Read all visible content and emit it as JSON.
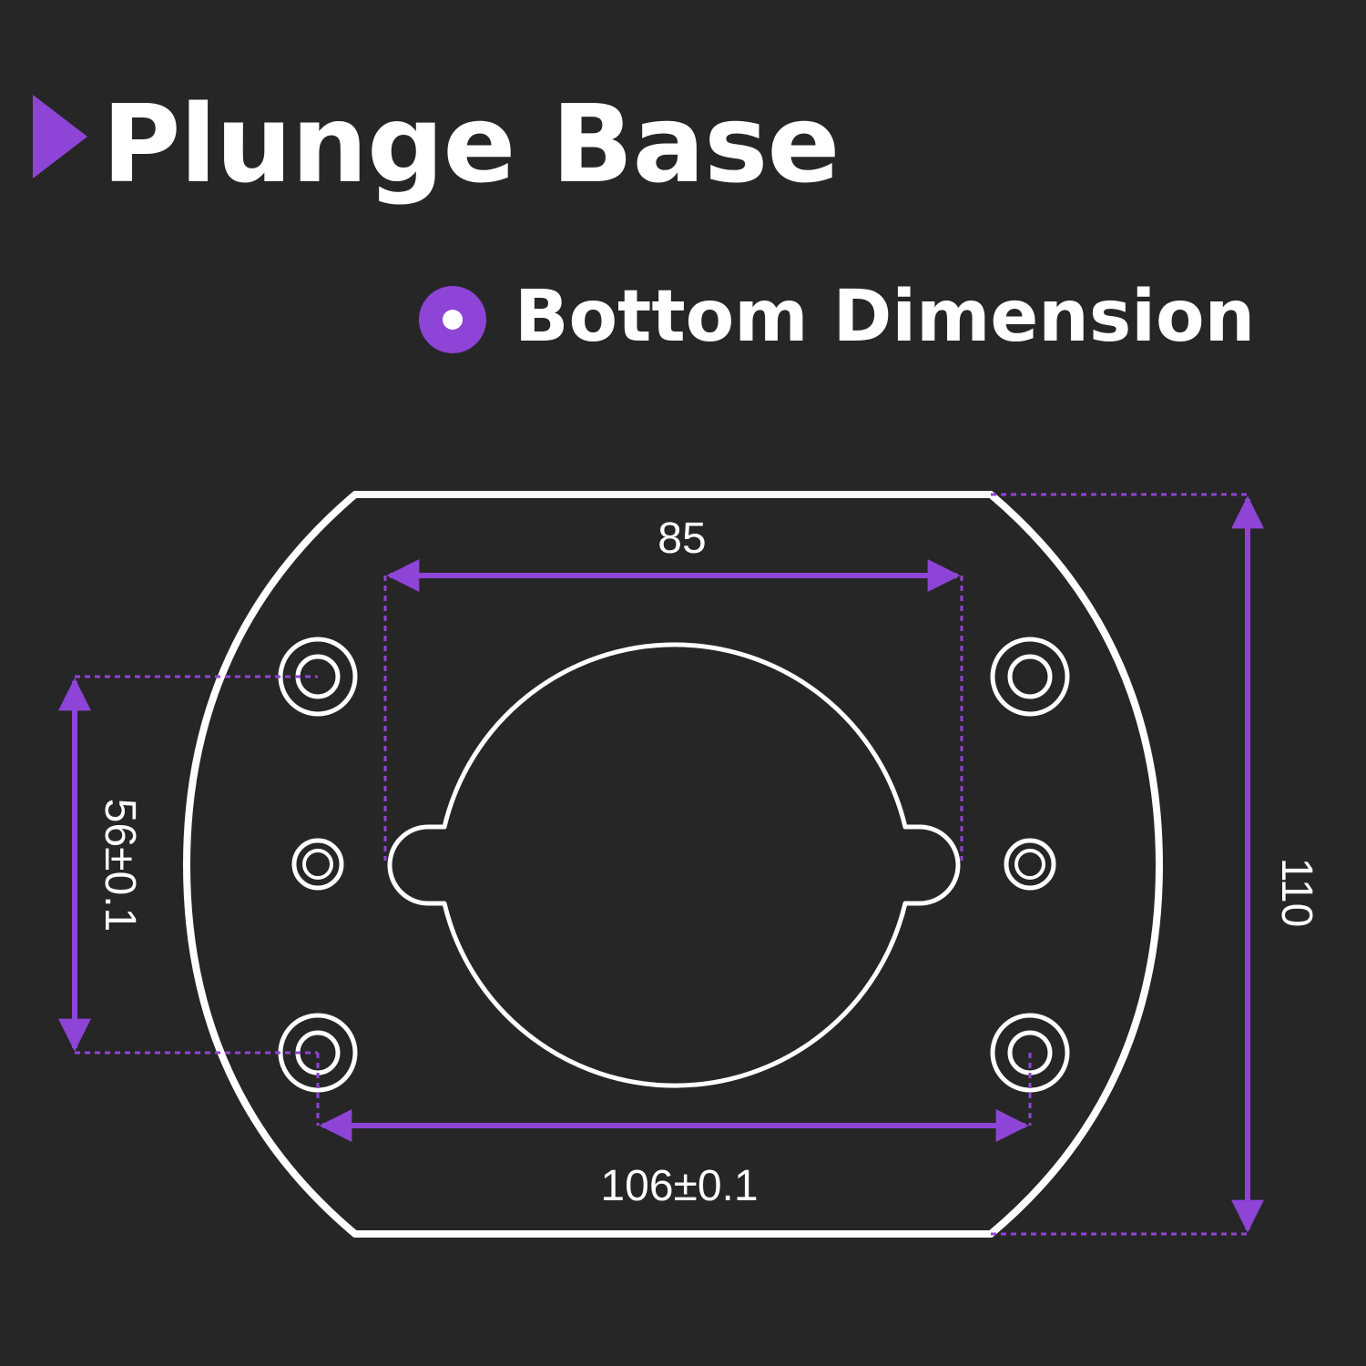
{
  "header": {
    "title": "Plunge Base",
    "subtitle": "Bottom Dimension"
  },
  "dimensions": {
    "inner_width": "85",
    "hole_spacing_vertical": "56±0.1",
    "hole_spacing_horizontal": "106±0.1",
    "overall_height": "110"
  },
  "colors": {
    "background": "#262626",
    "accent": "#8e44d6",
    "outline": "#ffffff"
  },
  "icons": {
    "title_marker": "triangle-right-icon",
    "subtitle_marker": "radio-dot-icon"
  }
}
